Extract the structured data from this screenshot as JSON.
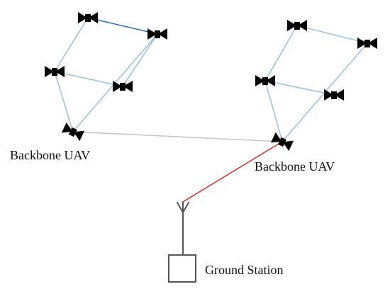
{
  "labels": {
    "backbone_left": "Backbone UAV",
    "backbone_right": "Backbone UAV",
    "ground_station": "Ground Station"
  },
  "colors": {
    "cluster_link": "#9cc3e0",
    "highlight_link": "#2e74b5",
    "backbone_link": "#c8c8c8",
    "ground_link": "#e0201e",
    "icon": "#555555"
  },
  "uavs": [
    {
      "id": "L1",
      "name": "uav-left-top"
    },
    {
      "id": "L2",
      "name": "uav-left-right"
    },
    {
      "id": "L3",
      "name": "uav-left-mid"
    },
    {
      "id": "L4",
      "name": "uav-left-inner"
    },
    {
      "id": "L5",
      "name": "uav-left-backbone"
    },
    {
      "id": "R1",
      "name": "uav-right-top"
    },
    {
      "id": "R2",
      "name": "uav-right-far"
    },
    {
      "id": "R3",
      "name": "uav-right-mid"
    },
    {
      "id": "R4",
      "name": "uav-right-inner"
    },
    {
      "id": "R5",
      "name": "uav-right-backbone"
    }
  ],
  "links": [
    {
      "from": "L1",
      "to": "L2",
      "type": "highlight_link"
    },
    {
      "from": "L1",
      "to": "L3",
      "type": "cluster_link"
    },
    {
      "from": "L2",
      "to": "L4",
      "type": "cluster_link"
    },
    {
      "from": "L3",
      "to": "L4",
      "type": "cluster_link"
    },
    {
      "from": "L3",
      "to": "L5",
      "type": "cluster_link"
    },
    {
      "from": "L2",
      "to": "L5",
      "type": "cluster_link"
    },
    {
      "from": "R1",
      "to": "R2",
      "type": "cluster_link"
    },
    {
      "from": "R1",
      "to": "R3",
      "type": "cluster_link"
    },
    {
      "from": "R3",
      "to": "R4",
      "type": "cluster_link"
    },
    {
      "from": "R3",
      "to": "R5",
      "type": "cluster_link"
    },
    {
      "from": "R2",
      "to": "R5",
      "type": "cluster_link"
    },
    {
      "from": "L5",
      "to": "R5",
      "type": "backbone_link"
    },
    {
      "from": "R5",
      "to": "GS",
      "type": "ground_link"
    }
  ]
}
